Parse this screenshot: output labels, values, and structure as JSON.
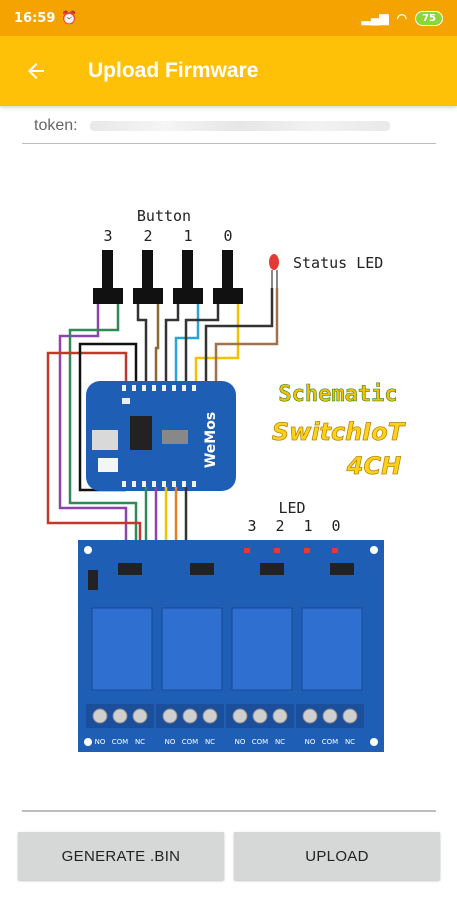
{
  "status_bar": {
    "time": "16:59",
    "alarm_icon": "alarm-icon",
    "battery": "75"
  },
  "app_bar": {
    "title": "Upload Firmware",
    "back_icon": "arrow-back-icon"
  },
  "token": {
    "label": "token:"
  },
  "schematic": {
    "button_title": "Button",
    "button_numbers": [
      "3",
      "2",
      "1",
      "0"
    ],
    "status_led": "Status LED",
    "schematic_label": "Schematic",
    "brand_line1": "SwitchIoT",
    "brand_line2": "4CH",
    "led_title": "LED",
    "led_numbers": [
      "3",
      "2",
      "1",
      "0"
    ],
    "terminal_labels": [
      "NO",
      "COM",
      "NC"
    ],
    "board_brand": "WeMos"
  },
  "actions": {
    "generate": "GENERATE .BIN",
    "upload": "UPLOAD"
  },
  "colors": {
    "status_bar": "#f5a300",
    "app_bar": "#ffc107",
    "button_bg": "#d6d7d7",
    "board_blue": "#1e5fb5"
  }
}
